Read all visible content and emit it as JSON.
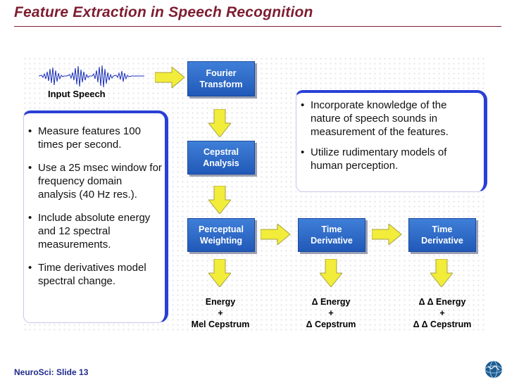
{
  "title": "Feature Extraction in Speech Recognition",
  "input_label": "Input Speech",
  "boxes": {
    "fourier": [
      "Fourier",
      "Transform"
    ],
    "cepstral": [
      "Cepstral",
      "Analysis"
    ],
    "perceptual": [
      "Perceptual",
      "Weighting"
    ],
    "time_deriv_1": [
      "Time",
      "Derivative"
    ],
    "time_deriv_2": [
      "Time",
      "Derivative"
    ]
  },
  "outputs": {
    "energy": [
      "Energy",
      "+",
      "Mel Cepstrum"
    ],
    "delta": [
      "Δ Energy",
      "+",
      "Δ Cepstrum"
    ],
    "delta_delta": [
      "Δ Δ Energy",
      "+",
      "Δ Δ Cepstrum"
    ]
  },
  "left_notes": [
    "Measure features 100 times per second.",
    "Use a 25 msec window for frequency domain analysis (40 Hz res.).",
    "Include absolute energy and 12 spectral measurements.",
    "Time derivatives model spectral change."
  ],
  "right_notes": [
    "Incorporate knowledge of the nature of speech sounds in measurement of the features.",
    "Utilize rudimentary models of human perception."
  ],
  "footer": "NeuroSci: Slide 13",
  "colors": {
    "title": "#7d1d31",
    "box": "#2a64c4",
    "arrow": "#f2ec3a",
    "note_border": "#2a3fd6"
  },
  "icons": [
    "arrow-right-icon",
    "arrow-down-icon",
    "globe-logo-icon"
  ]
}
